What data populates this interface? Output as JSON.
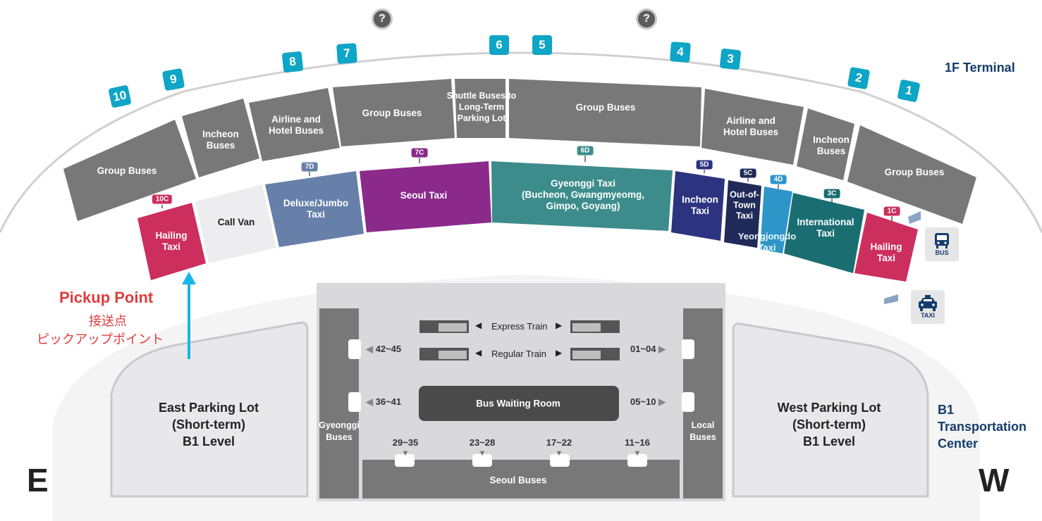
{
  "terminal_label": "1F Terminal",
  "transport_center_label": "B1\nTransportation\nCenter",
  "east_letter": "E",
  "west_letter": "W",
  "gates": [
    "10",
    "9",
    "8",
    "7",
    "6",
    "5",
    "4",
    "3",
    "2",
    "1"
  ],
  "help_icon": "?",
  "outer_zones": {
    "group_buses_left": "Group Buses",
    "incheon_buses_left": "Incheon\nBuses",
    "airline_hotel_left": "Airline and\nHotel Buses",
    "group_buses_mid_left": "Group Buses",
    "shuttle_long_term": "Shuttle Buses to\nLong-Term\nParking Lot",
    "group_buses_mid_right": "Group Buses",
    "airline_hotel_right": "Airline and\nHotel Buses",
    "incheon_buses_right": "Incheon\nBuses",
    "group_buses_right": "Group Buses"
  },
  "inner_zones": {
    "hailing_taxi_left": "Hailing\nTaxi",
    "call_van": "Call Van",
    "deluxe_jumbo": "Deluxe/Jumbo\nTaxi",
    "seoul_taxi": "Seoul Taxi",
    "gyeonggi_taxi": "Gyeonggi Taxi\n(Bucheon, Gwangmyeomg,\nGimpo, Goyang)",
    "incheon_taxi": "Incheon\nTaxi",
    "out_of_town": "Out-of-\nTown\nTaxi",
    "yeongjongdo": "Yeongjongdo\nTaxi",
    "international": "International\nTaxi",
    "hailing_taxi_right": "Hailing\nTaxi"
  },
  "tags": {
    "t10c": "10C",
    "t7d": "7D",
    "t7c": "7C",
    "t6d": "6D",
    "t5d": "5D",
    "t5c": "5C",
    "t4d": "4D",
    "t3c": "3C",
    "t1c": "1C"
  },
  "colors": {
    "gray_zone": "#787878",
    "hailing": "#cc2f5e",
    "call_van": "#ededf0",
    "deluxe": "#6680aa",
    "seoul": "#8b2a8b",
    "gyeonggi": "#3d8c8c",
    "incheon_taxi": "#2c3480",
    "out_of_town": "#1f2a58",
    "yeongjongdo": "#2e95c8",
    "international": "#1a6e72",
    "gate": "#0ea5c6",
    "pickup": "#e03c3c",
    "navy": "#163c6b"
  },
  "pickup": {
    "title": "Pickup Point",
    "line2": "接送点",
    "line3": "ピックアップポイント"
  },
  "parking": {
    "east": "East Parking Lot\n(Short-term)\nB1 Level",
    "west": "West Parking Lot\n(Short-term)\nB1 Level"
  },
  "center": {
    "express_train": "Express Train",
    "regular_train": "Regular Train",
    "bus_waiting_room": "Bus Waiting Room",
    "gyeonggi_buses": "Gyeonggi\nBuses",
    "local_buses": "Local\nBuses",
    "seoul_buses": "Seoul Buses",
    "range_42_45": "42~45",
    "range_01_04": "01~04",
    "range_36_41": "36~41",
    "range_05_10": "05~10",
    "range_29_35": "29~35",
    "range_23_28": "23~28",
    "range_17_22": "17~22",
    "range_11_16": "11~16"
  },
  "icons": {
    "bus_label": "BUS",
    "taxi_label": "TAXI",
    "bus_icon": "bus-icon",
    "taxi_icon": "taxi-icon"
  }
}
